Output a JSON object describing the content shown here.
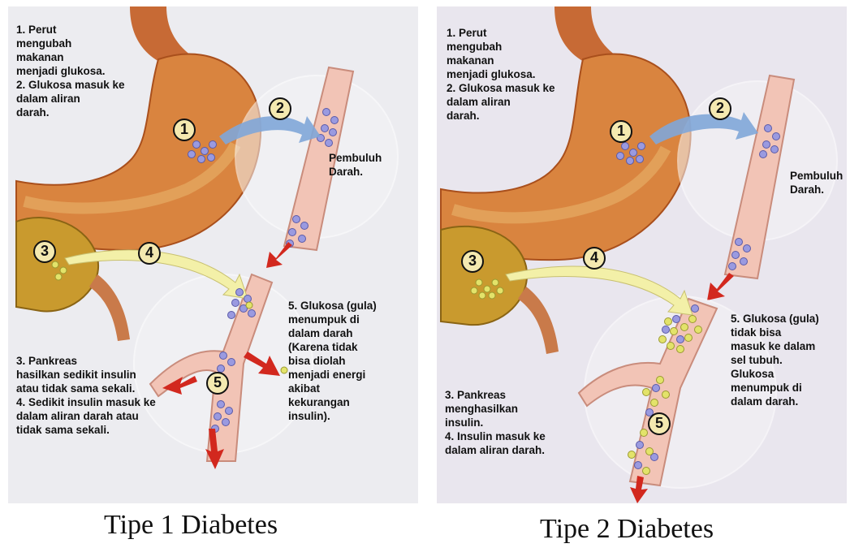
{
  "panels": [
    {
      "title": "Tipe 1 Diabetes",
      "steps_top": "1. Perut\n    mengubah\n    makanan\n    menjadi glukosa.\n2. Glukosa masuk ke\n    dalam aliran\n    darah.",
      "vessel_label": "Pembuluh\nDarah.",
      "step3_4": "3. Pankreas\n    hasilkan sedikit insulin\n    atau tidak sama sekali.\n4. Sedikit insulin masuk ke\n    dalam aliran darah atau\n    tidak sama sekali.",
      "step5": "5. Glukosa (gula)\n    menumpuk di\n    dalam darah\n    (Karena tidak\n    bisa diolah\n    menjadi energi\n    akibat\n    kekurangan\n    insulin).",
      "markers": [
        "1",
        "2",
        "3",
        "4",
        "5"
      ]
    },
    {
      "title": "Tipe 2 Diabetes",
      "steps_top": "1. Perut\n    mengubah\n    makanan\n    menjadi glukosa.\n2. Glukosa masuk ke\n    dalam aliran\n    darah.",
      "vessel_label": "Pembuluh\nDarah.",
      "step3_4": "3. Pankreas\n    menghasilkan\n    insulin.\n4. Insulin masuk ke\n    dalam aliran darah.",
      "step5": "5. Glukosa (gula)\n    tidak bisa\n    masuk ke dalam\n    sel tubuh.\n    Glukosa\n    menumpuk di\n    dalam darah.",
      "markers": [
        "1",
        "2",
        "3",
        "4",
        "5"
      ]
    }
  ],
  "colors": {
    "stomach": "#d9843f",
    "stomach_dark": "#a94f1c",
    "pancreas": "#c99a2e",
    "vessel": "#f2c4b6",
    "glucose": "#8f8fd6",
    "insulin": "#e3e36a",
    "arrow_red": "#d2281e",
    "arrow_blue": "#7fa6d8",
    "arrow_yellow": "#f3f0a8"
  }
}
